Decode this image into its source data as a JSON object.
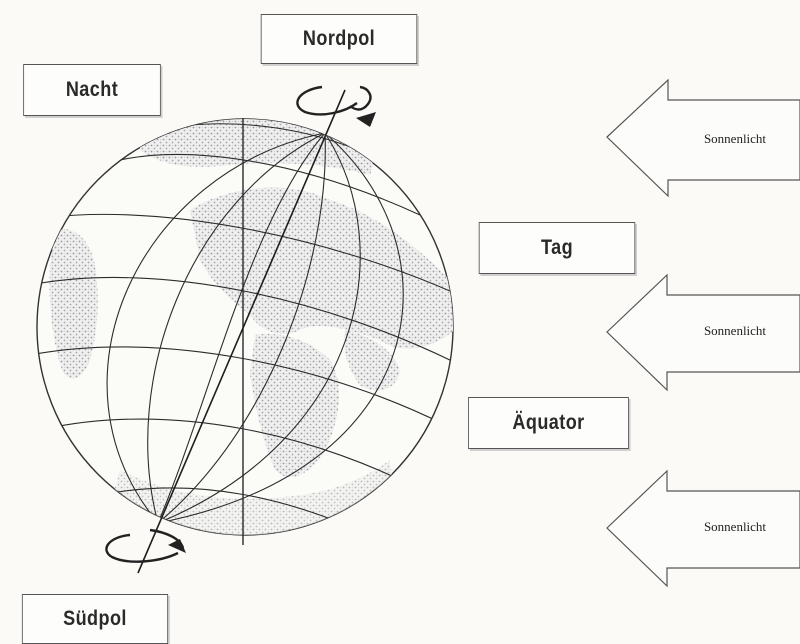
{
  "labels": {
    "nordpol": "Nordpol",
    "nacht": "Nacht",
    "tag": "Tag",
    "aequator": "Äquator",
    "suedpol": "Südpol"
  },
  "arrows": [
    {
      "text": "Sonnenlicht"
    },
    {
      "text": "Sonnenlicht"
    },
    {
      "text": "Sonnenlicht"
    }
  ]
}
